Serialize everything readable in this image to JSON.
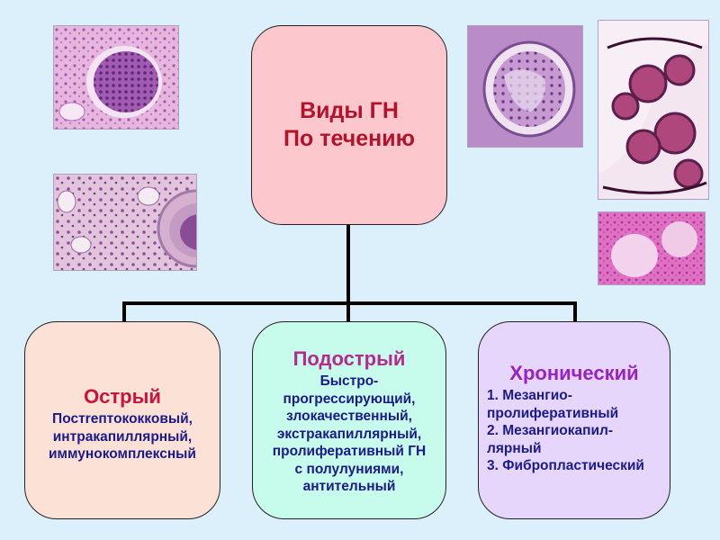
{
  "root": {
    "line1": "Виды ГН",
    "line2": "По течению"
  },
  "nodes": [
    {
      "title": "Острый",
      "lines": [
        "Постreптококковый,",
        "интракапиллярный,",
        "иммунокомплексный"
      ]
    },
    {
      "title": "Подострый",
      "lines": [
        "Быстро-",
        "прогрессирующий,",
        "злокачественный,",
        "экстракапиллярный,",
        "пролиферативный ГН",
        "с полулуниями,",
        "антительный"
      ]
    },
    {
      "title": "Хронический",
      "lines": [
        "1. Мезангио-",
        "пролиферативный",
        "2. Мезангиокапил-",
        "лярный",
        "3. Фибропластический"
      ]
    }
  ],
  "colors": {
    "background": "#dcf0fb",
    "root_fill": "#fcc8cd",
    "acute_fill": "#fce2d6",
    "subacute_fill": "#c7fbeb",
    "chronic_fill": "#e7d6fc",
    "title_red": "#c8143d",
    "text_navy": "#1a1a8a"
  },
  "icons": [
    "histology-image-glomerulus",
    "histology-image-crescent",
    "histology-image-sclerosis"
  ]
}
